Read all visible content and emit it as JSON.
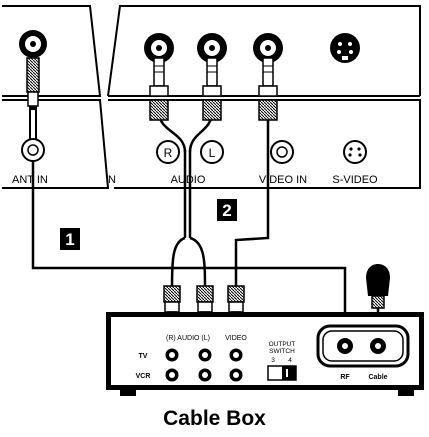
{
  "labels": {
    "ant_in": "ANT IN",
    "n_fragment": "N",
    "audio": "AUDIO",
    "video_in": "VIDEO IN",
    "s_video": "S-VIDEO",
    "jack_r": "R",
    "jack_l": "L",
    "step_1": "1",
    "step_2": "2",
    "box_audio_header": "(R) AUDIO (L)",
    "box_video_header": "VIDEO",
    "output_switch_line1": "OUTPUT",
    "output_switch_line2": "SWITCH",
    "switch_3": "3",
    "switch_4": "4",
    "row_tv": "TV",
    "row_vcr": "VCR",
    "rf": "RF",
    "cable": "Cable",
    "caption": "Cable Box"
  }
}
